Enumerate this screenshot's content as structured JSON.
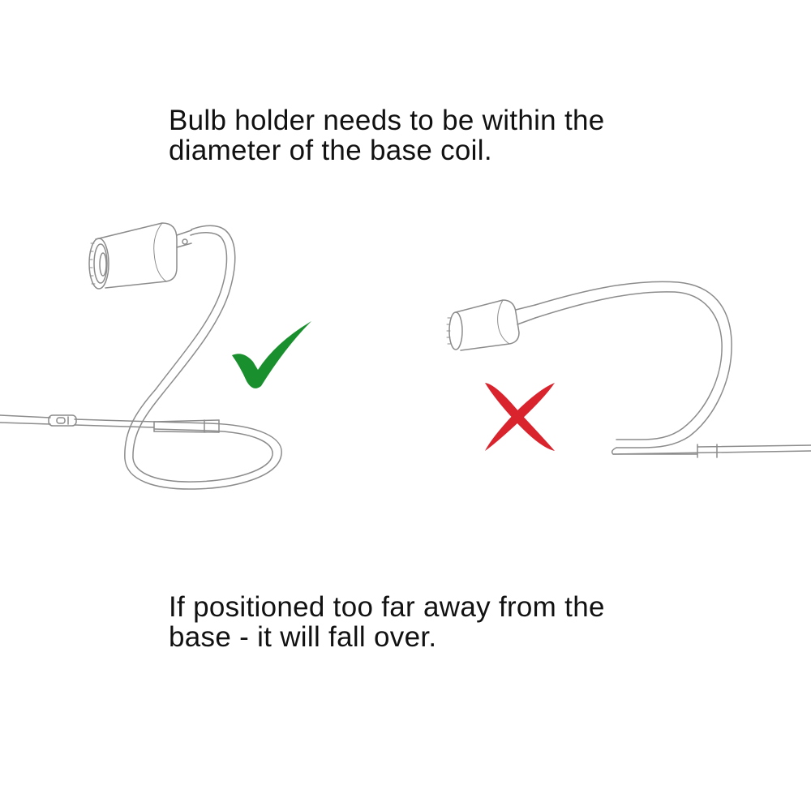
{
  "instructions": {
    "top_line1": "Bulb holder needs to be within the",
    "top_line2": "diameter of the base coil.",
    "bottom_line1": "If positioned too far away from the",
    "bottom_line2": "base - it will fall over."
  },
  "marks": {
    "correct": {
      "icon": "check-mark-icon",
      "color": "#1a8f2e"
    },
    "incorrect": {
      "icon": "cross-mark-icon",
      "color": "#d9232d"
    }
  },
  "colors": {
    "line_art": "#8c8c8c",
    "text": "#111111"
  }
}
